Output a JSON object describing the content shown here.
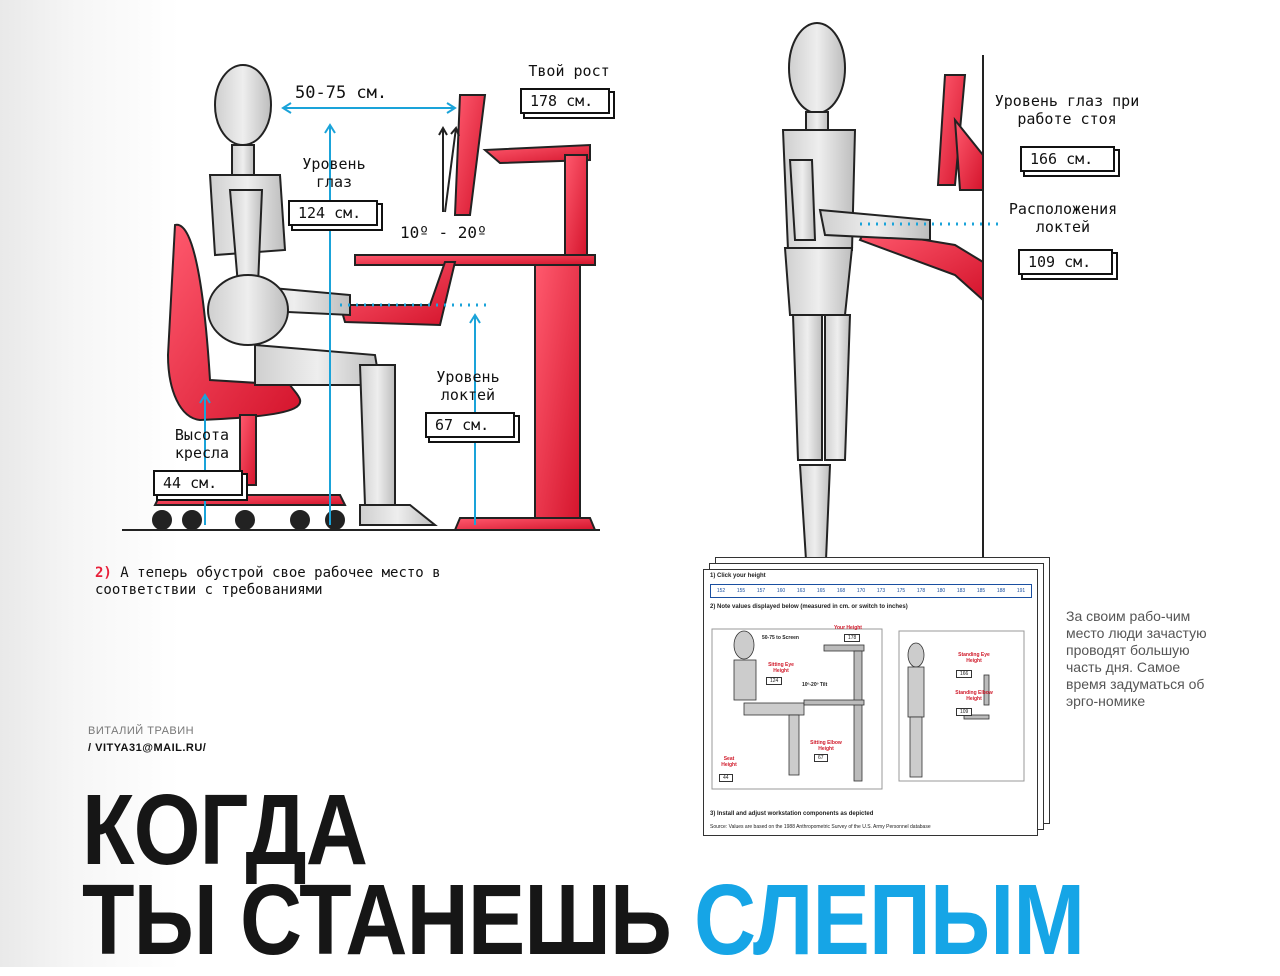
{
  "labels": {
    "reach": "50-75 см.",
    "height_label": "Твой рост",
    "height_value": "178 см.",
    "eye_sit_label": "Уровень глаз",
    "eye_sit_value": "124 см.",
    "tilt": "10º - 20º",
    "elbow_sit_label": "Уровень локтей",
    "elbow_sit_value": "67 см.",
    "seat_label": "Высота кресла",
    "seat_value": "44 см.",
    "eye_stand_label": "Уровень глаз при работе стоя",
    "eye_stand_value": "166 см.",
    "elbow_stand_label": "Расположения локтей",
    "elbow_stand_value": "109 см."
  },
  "caption": {
    "number": "2)",
    "text": "А теперь обустрой свое рабочее место в соответствии с требованиями"
  },
  "author": {
    "name": "ВИТАЛИЙ ТРАВИН",
    "email": "/ VITYA31@MAIL.RU/"
  },
  "headline": {
    "line1": "КОГДА",
    "line2_dark": "ТЫ СТАНЕШЬ",
    "line2_accent": "СЛЕПЫМ"
  },
  "sidebar_text": "За своим рабо-чим место люди зачастую проводят большую часть дня. Самое время задуматься об эрго-номике",
  "inset": {
    "step1": "1) Click your height",
    "heights": [
      "152",
      "155",
      "157",
      "160",
      "163",
      "165",
      "168",
      "170",
      "173",
      "175",
      "178",
      "180",
      "183",
      "185",
      "188",
      "191"
    ],
    "step2": "2) Note values displayed below (measured in cm. or switch to inches)",
    "to_screen": "50-75 to Screen",
    "your_height": "Your Height",
    "your_height_val": "178",
    "sit_eye": "Sitting Eye Height",
    "sit_eye_val": "124",
    "tilt": "10º-20º Tilt",
    "sit_elbow": "Sitting Elbow Height",
    "sit_elbow_val": "67",
    "seat": "Seat Height",
    "seat_val": "44",
    "stand_eye": "Standing Eye Height",
    "stand_eye_val": "166",
    "stand_elbow": "Standing Elbow Height",
    "stand_elbow_val": "109",
    "step3": "3) Install and adjust workstation components as depicted",
    "source": "Source: Values are based on the 1988 Anthropometric Survey of the U.S. Army Personnel database"
  },
  "colors": {
    "accent": "#16a5e6",
    "chair": "#e8203a",
    "guide": "#1aa3d9"
  }
}
